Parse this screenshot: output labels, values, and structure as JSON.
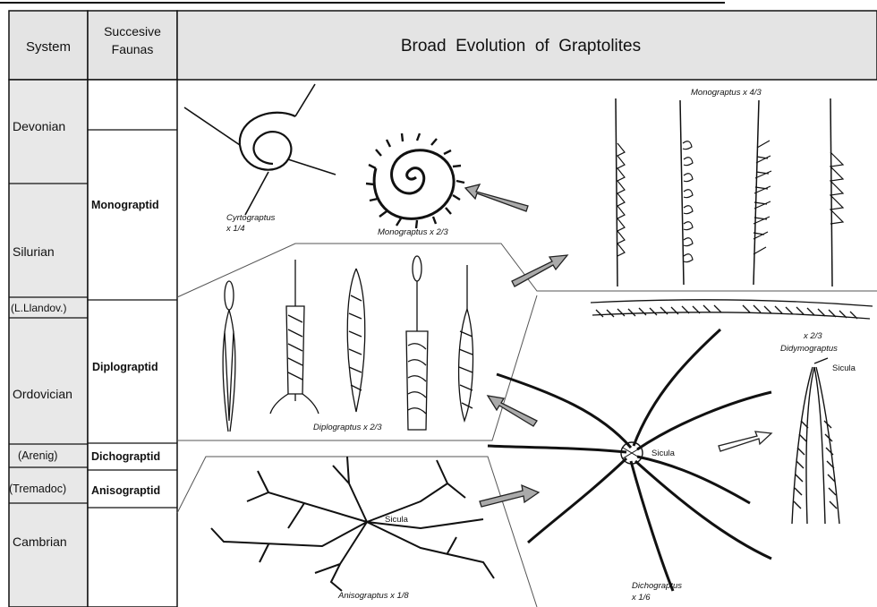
{
  "header": {
    "system_label": "System",
    "faunas_label_line1": "Succesive",
    "faunas_label_line2": "Faunas",
    "title": "Broad  Evolution  of  Graptolites"
  },
  "systems": [
    {
      "id": "devonian",
      "label": "Devonian"
    },
    {
      "id": "silurian",
      "label": "Silurian"
    },
    {
      "id": "l-llandov",
      "label": "(L.Llandov.)"
    },
    {
      "id": "ordovician",
      "label": "Ordovician"
    },
    {
      "id": "arenig",
      "label": "(Arenig)"
    },
    {
      "id": "tremadoc",
      "label": "(Tremadoc)"
    },
    {
      "id": "cambrian",
      "label": "Cambrian"
    }
  ],
  "faunas": [
    {
      "id": "monograptid",
      "label": "Monograptid"
    },
    {
      "id": "diplograptid",
      "label": "Diplograptid"
    },
    {
      "id": "dichograptid",
      "label": "Dichograptid"
    },
    {
      "id": "anisograptid",
      "label": "Anisograptid"
    }
  ],
  "captions": {
    "cyrtograptus_1": "Cyrtograptus",
    "cyrtograptus_2": "x 1/4",
    "monograptus_spiral": "Monograptus x 2/3",
    "monograptus_top": "Monograptus x 4/3",
    "didymograptus_1": "x 2/3",
    "didymograptus_2": "Didymograptus",
    "sicula_right": "Sicula",
    "diplograptus": "Diplograptus x 2/3",
    "sicula_dicho": "Sicula",
    "sicula_aniso": "Sicula",
    "anisograptus": "Anisograptus x 1/8",
    "dichograptus_1": "Dichograptus",
    "dichograptus_2": "x 1/6"
  }
}
